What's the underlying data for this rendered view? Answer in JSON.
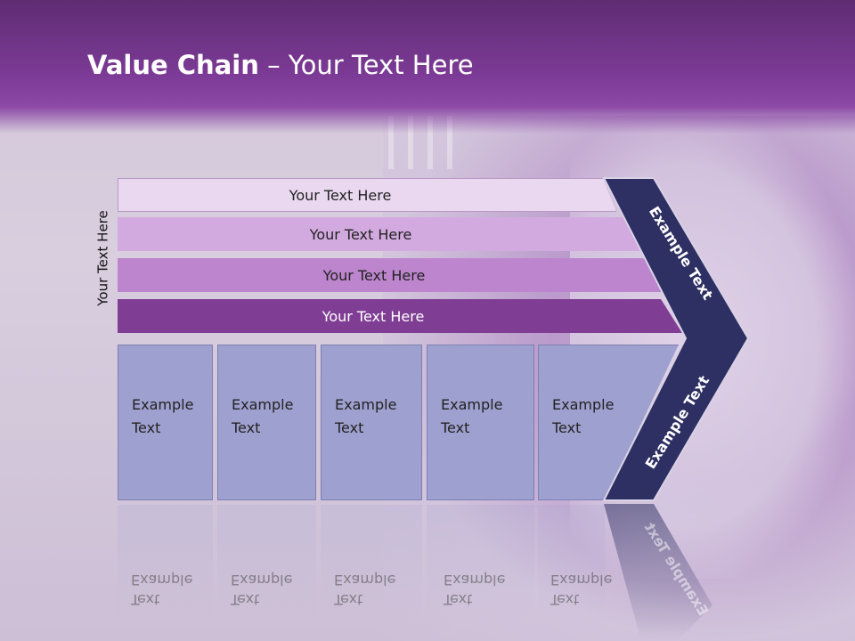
{
  "slide": {
    "title_bold": "Value Chain",
    "title_rest": " – Your Text Here",
    "side_label": "Your Text Here",
    "rows": [
      "Your Text Here",
      "Your Text Here",
      "Your Text Here",
      "Your Text Here"
    ],
    "columns": [
      {
        "line1": "Example",
        "line2": "Text"
      },
      {
        "line1": "Example",
        "line2": "Text"
      },
      {
        "line1": "Example",
        "line2": "Text"
      },
      {
        "line1": "Example",
        "line2": "Text"
      },
      {
        "line1": "Example",
        "line2": "Text"
      }
    ],
    "arrow_top": "Example Text",
    "arrow_bottom": "Example Text"
  },
  "colors": {
    "header": "#7b3a95",
    "arrow": "#2e2f62",
    "columns": "#9ea0cf",
    "row1": "#ead8f0",
    "row2": "#d3aadf",
    "row3": "#bd85cd",
    "row4": "#7f3d94"
  }
}
